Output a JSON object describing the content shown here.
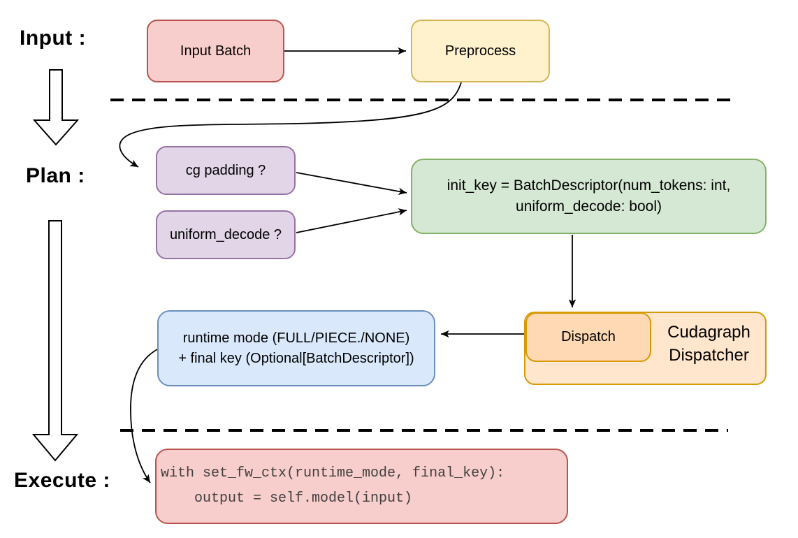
{
  "diagram": {
    "stages": {
      "input_label": "Input :",
      "plan_label": "Plan :",
      "execute_label": "Execute :"
    },
    "nodes": {
      "input_batch": "Input Batch",
      "preprocess": "Preprocess",
      "cg_padding": "cg padding ?",
      "uniform_decode": "uniform_decode ?",
      "init_key_line1": "init_key = BatchDescriptor(num_tokens: int,",
      "init_key_line2": "uniform_decode: bool)",
      "dispatch": "Dispatch",
      "dispatcher_line1": "Cudagraph",
      "dispatcher_line2": "Dispatcher",
      "runtime_line1": "runtime mode (FULL/PIECE./NONE)",
      "runtime_line2": "+ final key (Optional[BatchDescriptor])",
      "code_line1": "with set_fw_ctx(runtime_mode, final_key):",
      "code_line2": "    output = self.model(input)"
    },
    "colors": {
      "red_fill": "#f8cecc",
      "red_stroke": "#b85450",
      "yellow_fill": "#fff2cc",
      "yellow_stroke": "#d6b656",
      "purple_fill": "#e1d5e7",
      "purple_stroke": "#9673a6",
      "green_fill": "#d5e8d4",
      "green_stroke": "#82b366",
      "blue_fill": "#dae8fc",
      "blue_stroke": "#6c8ebf",
      "orange_fill": "#ffe6cc",
      "orange_inner_fill": "#ffd9b3",
      "orange_stroke": "#d79b00",
      "line_color": "#000000"
    }
  }
}
